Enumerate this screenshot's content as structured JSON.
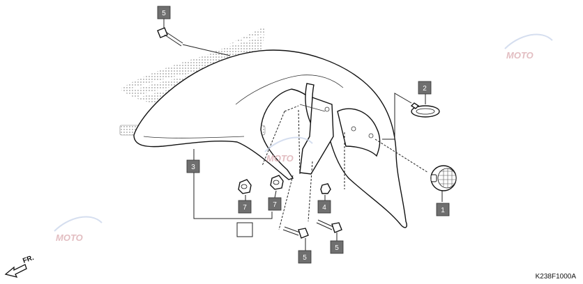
{
  "diagram_code": "K238F1000A",
  "direction_label": "FR.",
  "watermark_text": "MOTO",
  "colors": {
    "callout_fill": "#6f6f6f",
    "callout_text": "#ffffff",
    "line": "#222222",
    "watermark": "#d9a8ad",
    "dots": "#9a9a9a"
  },
  "callouts": [
    {
      "id": "c5-top",
      "label": "5"
    },
    {
      "id": "c2",
      "label": "2"
    },
    {
      "id": "c3",
      "label": "3"
    },
    {
      "id": "c1",
      "label": "1"
    },
    {
      "id": "c7-left",
      "label": "7"
    },
    {
      "id": "c7-right",
      "label": "7"
    },
    {
      "id": "c4",
      "label": "4"
    },
    {
      "id": "c5-mid",
      "label": "5"
    },
    {
      "id": "c5-bottom",
      "label": "5"
    }
  ]
}
